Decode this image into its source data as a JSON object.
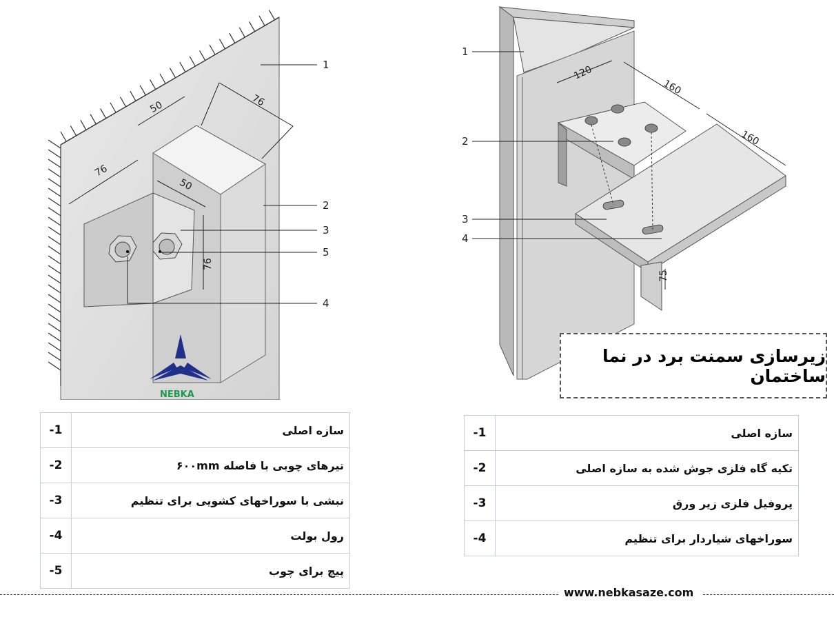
{
  "left_diagram": {
    "callouts": [
      "1",
      "2",
      "3",
      "5",
      "4"
    ],
    "dimensions": [
      "50",
      "76",
      "76",
      "50",
      "76"
    ]
  },
  "right_diagram": {
    "callouts": [
      "1",
      "2",
      "3",
      "4"
    ],
    "dimensions": [
      "120",
      "160",
      "160",
      "75"
    ]
  },
  "logo": {
    "text": "NEBKA"
  },
  "title_box": {
    "text": "زیرسازی سمنت برد در نما ساختمان"
  },
  "left_table": {
    "rows": [
      {
        "num": "1-",
        "text": "سازه اصلی"
      },
      {
        "num": "2-",
        "text": "تیرهای چوبی با فاصله ۶۰۰mm"
      },
      {
        "num": "3-",
        "text": "نبشی با سوراخهای کشویی برای تنظیم"
      },
      {
        "num": "4-",
        "text": "رول بولت"
      },
      {
        "num": "5-",
        "text": "پیچ برای چوب"
      }
    ]
  },
  "right_table": {
    "rows": [
      {
        "num": "1-",
        "text": "سازه اصلی"
      },
      {
        "num": "2-",
        "text": "تکیه گاه فلزی جوش شده به سازه اصلی"
      },
      {
        "num": "3-",
        "text": "پروفیل فلزی زیر ورق"
      },
      {
        "num": "4-",
        "text": "سوراخهای شیاردار برای تنظیم"
      }
    ]
  },
  "footer": {
    "url": "www.nebkasaze.com"
  },
  "colors": {
    "line": "#222222",
    "logo_blue": "#1f2f8a",
    "logo_green": "#1a9a4a",
    "border": "#c9ced3"
  }
}
